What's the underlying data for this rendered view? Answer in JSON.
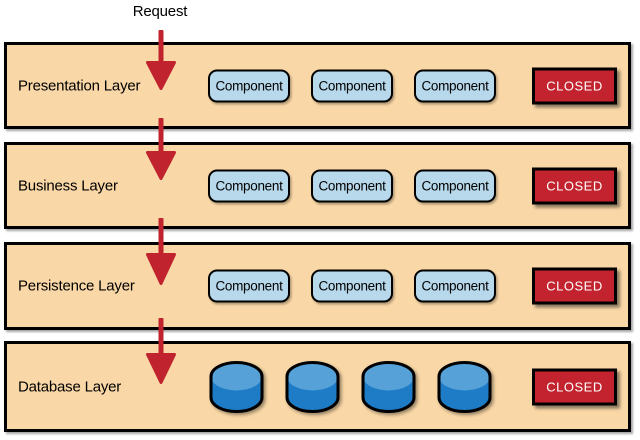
{
  "request_label": "Request",
  "layers": [
    {
      "name": "Presentation Layer",
      "components": [
        "Component",
        "Component",
        "Component"
      ],
      "closed": "CLOSED"
    },
    {
      "name": "Business Layer",
      "components": [
        "Component",
        "Component",
        "Component"
      ],
      "closed": "CLOSED"
    },
    {
      "name": "Persistence Layer",
      "components": [
        "Component",
        "Component",
        "Component"
      ],
      "closed": "CLOSED"
    },
    {
      "name": "Database Layer",
      "database_count": 4,
      "closed": "CLOSED"
    }
  ],
  "colors": {
    "background": "#FFFFFF",
    "layer_fill": "#F9D7A6",
    "layer_border": "#000000",
    "component_fill": "#B7D9EB",
    "component_border": "#000000",
    "closed_fill": "#C2232E",
    "closed_text": "#FFFFFF",
    "arrow_red": "#C0232E",
    "database_top": "#55A1D8",
    "database_body": "#1E7CC6"
  }
}
